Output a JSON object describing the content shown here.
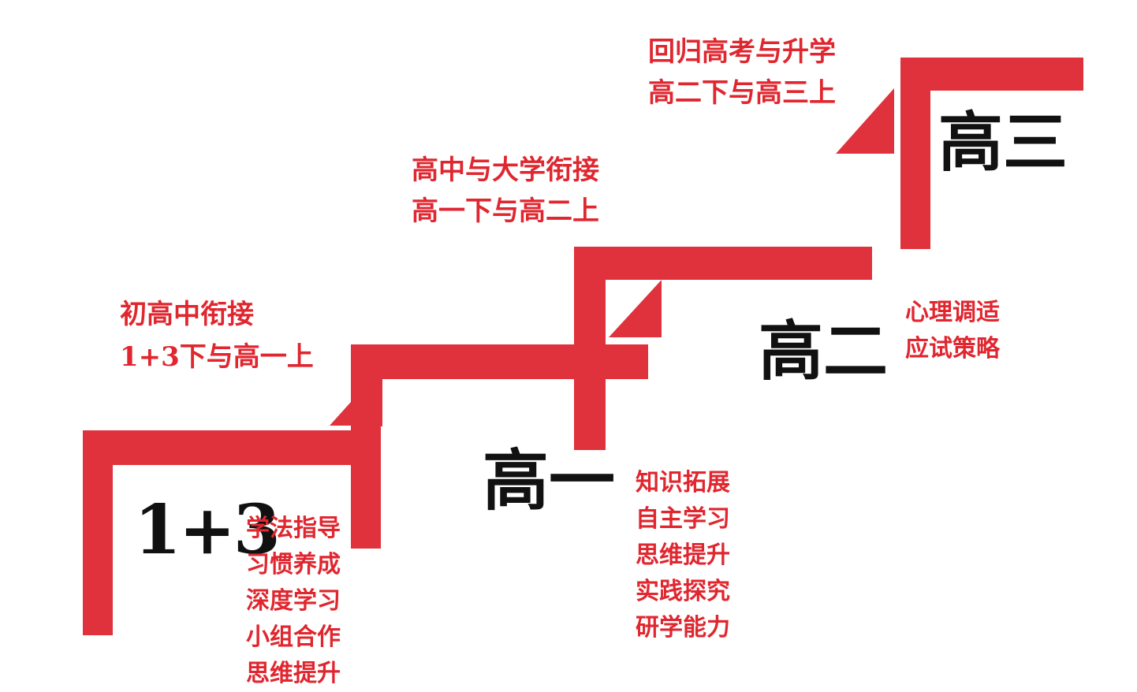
{
  "colors": {
    "stair_red": "#e0323c",
    "note_red": "#e0262f",
    "stage_text": "#111111"
  },
  "stages": {
    "s13": "1+3",
    "g1": "高一",
    "g2": "高二",
    "g3": "高三"
  },
  "notes": {
    "s13": [
      "学法指导",
      "习惯养成",
      "深度学习",
      "小组合作",
      "思维提升"
    ],
    "g1": [
      "知识拓展",
      "自主学习",
      "思维提升",
      "实践探究",
      "研学能力"
    ],
    "g2": [
      "心理调适",
      "应试策略"
    ]
  },
  "transitions": {
    "t1": [
      "初高中衔接",
      "1+3下与高一上"
    ],
    "t2": [
      "高中与大学衔接",
      "高一下与高二上"
    ],
    "t3": [
      "回归高考与升学",
      "高二下与高三上"
    ]
  }
}
